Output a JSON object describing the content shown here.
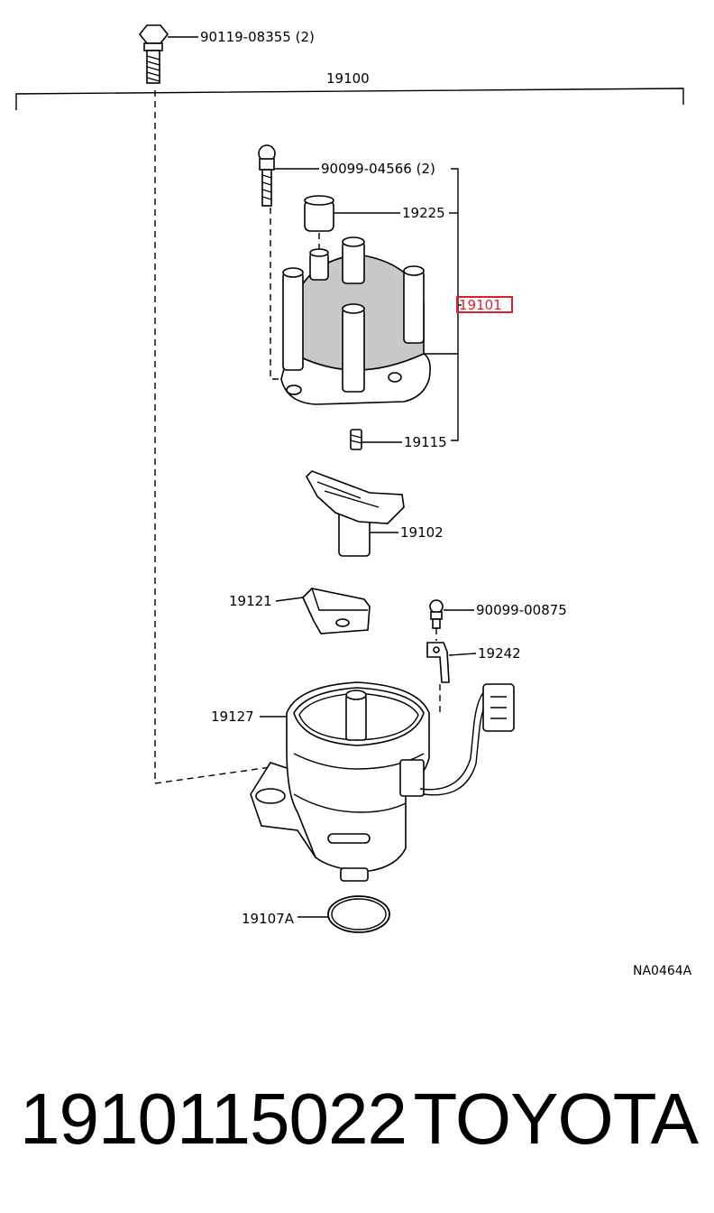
{
  "diagram": {
    "labels": {
      "bolt_top": "90119-08355 (2)",
      "assembly": "19100",
      "screw_cap": "90099-04566 (2)",
      "carbon": "19225",
      "cap": "19101",
      "spring": "19115",
      "rotor": "19102",
      "plate": "19121",
      "bolt_clamp": "90099-00875",
      "clamp": "19242",
      "gasket": "19127",
      "oring": "19107A",
      "code": "NA0464A"
    },
    "highlight_color": "#d9222a"
  },
  "footer": {
    "part_number": "1910115022",
    "brand": "TOYOTA"
  }
}
